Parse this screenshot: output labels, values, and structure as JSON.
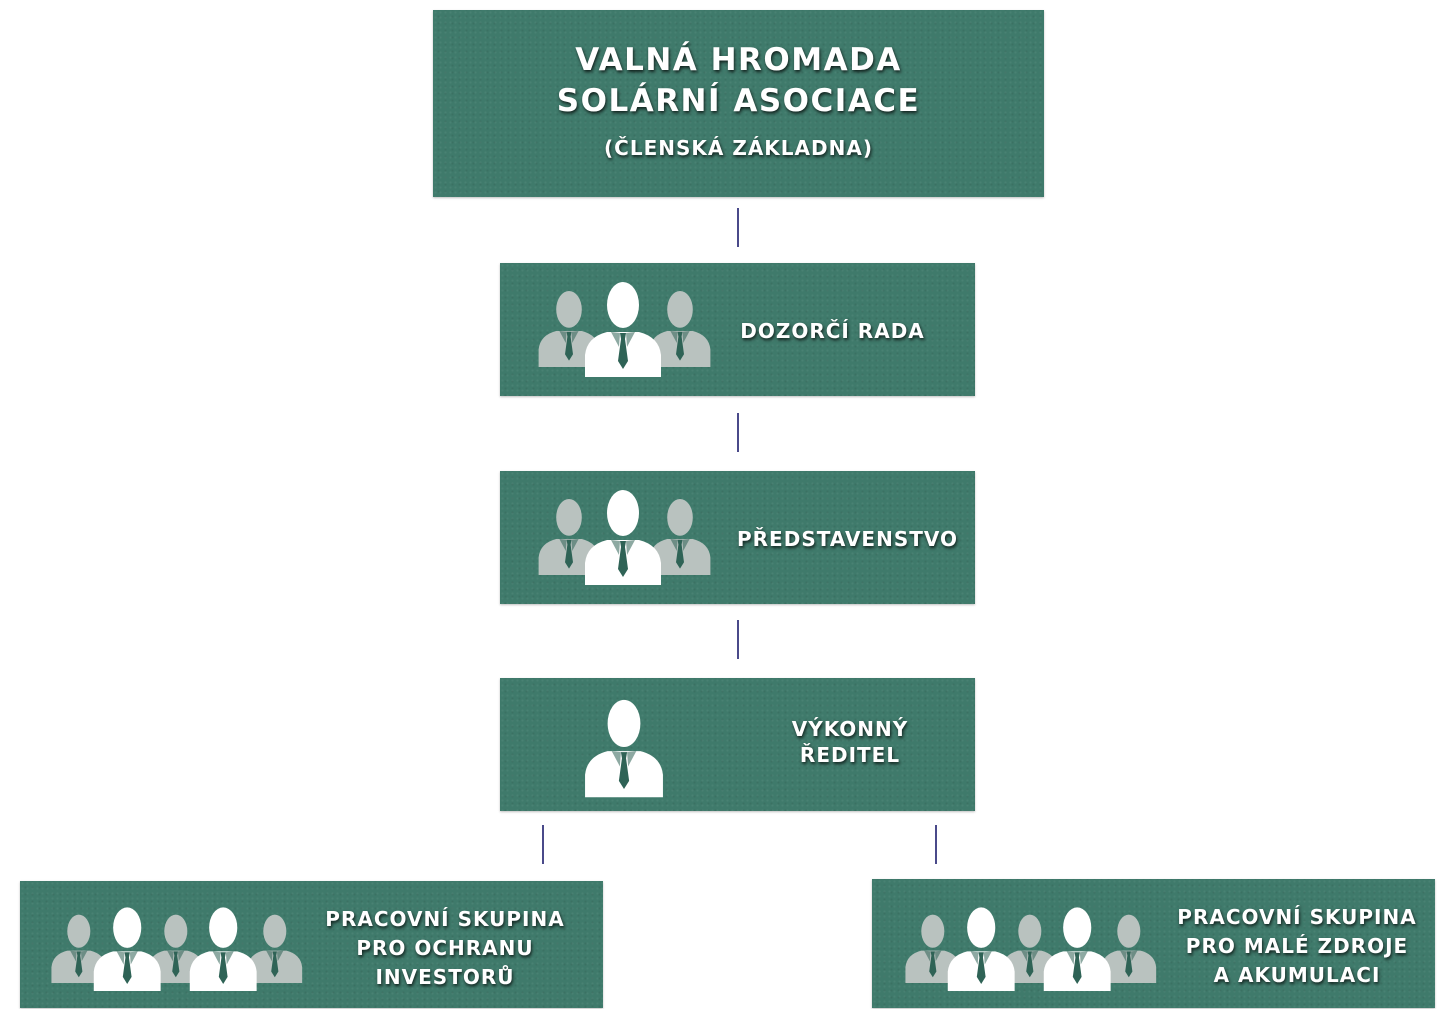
{
  "nodes": {
    "general_assembly": {
      "line1": "VALNÁ HROMADA",
      "line2": "SOLÁRNÍ ASOCIACE",
      "sub": "(ČLENSKÁ ZÁKLADNA)"
    },
    "supervisory_board": {
      "label": "DOZORČÍ RADA",
      "icon": "group-of-three-people-icon"
    },
    "board_of_directors": {
      "label": "PŘEDSTAVENSTVO",
      "icon": "group-of-three-people-icon"
    },
    "executive_director": {
      "line1": "VÝKONNÝ",
      "line2": "ŘEDITEL",
      "icon": "single-person-icon"
    },
    "wg_investors": {
      "line1": "PRACOVNÍ SKUPINA",
      "line2": "PRO OCHRANU",
      "line3": "INVESTORŮ",
      "icon": "group-of-people-icon"
    },
    "wg_small_sources": {
      "line1": "PRACOVNÍ SKUPINA",
      "line2": "PRO MALÉ ZDROJE",
      "line3": "A AKUMULACI",
      "icon": "group-of-people-icon"
    }
  },
  "colors": {
    "box": "#3f7a6b",
    "connector": "#4a4a8a",
    "person_front": "#ffffff",
    "person_back": "#b9c2bf"
  }
}
